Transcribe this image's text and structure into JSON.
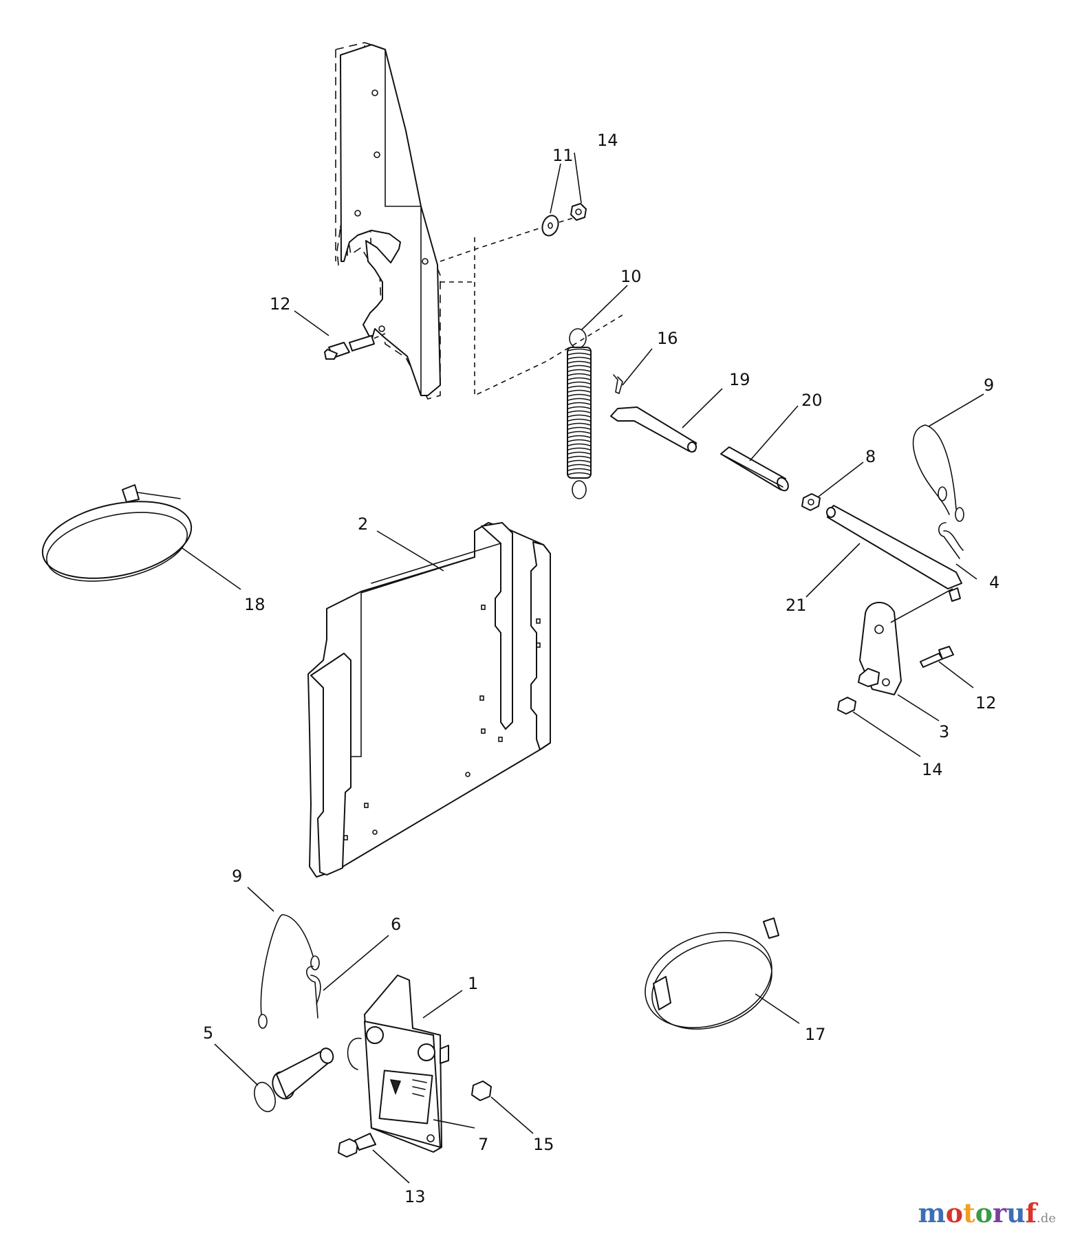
{
  "callouts": [
    {
      "id": "c14a",
      "label": "14"
    },
    {
      "id": "c11",
      "label": "11"
    },
    {
      "id": "c10",
      "label": "10"
    },
    {
      "id": "c12a",
      "label": "12"
    },
    {
      "id": "c16",
      "label": "16"
    },
    {
      "id": "c19",
      "label": "19"
    },
    {
      "id": "c20",
      "label": "20"
    },
    {
      "id": "c9a",
      "label": "9"
    },
    {
      "id": "c8",
      "label": "8"
    },
    {
      "id": "c18",
      "label": "18"
    },
    {
      "id": "c2",
      "label": "2"
    },
    {
      "id": "c4",
      "label": "4"
    },
    {
      "id": "c21",
      "label": "21"
    },
    {
      "id": "c12b",
      "label": "12"
    },
    {
      "id": "c3",
      "label": "3"
    },
    {
      "id": "c14b",
      "label": "14"
    },
    {
      "id": "c9b",
      "label": "9"
    },
    {
      "id": "c6",
      "label": "6"
    },
    {
      "id": "c1",
      "label": "1"
    },
    {
      "id": "c5",
      "label": "5"
    },
    {
      "id": "c17",
      "label": "17"
    },
    {
      "id": "c7",
      "label": "7"
    },
    {
      "id": "c15",
      "label": "15"
    },
    {
      "id": "c13",
      "label": "13"
    }
  ],
  "watermark": {
    "letters": [
      "m",
      "o",
      "t",
      "o",
      "r",
      "u",
      "f"
    ],
    "colors": [
      "#3d6fb6",
      "#d8342c",
      "#f0a020",
      "#3a9a45",
      "#7a3fa0",
      "#3d6fb6",
      "#d8342c"
    ],
    "suffix": ".de"
  }
}
